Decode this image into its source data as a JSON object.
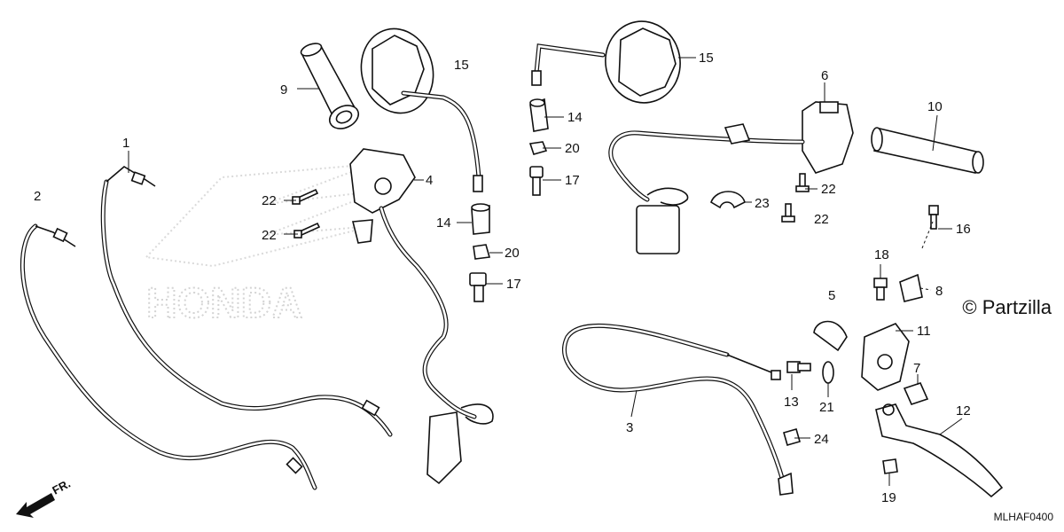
{
  "diagram": {
    "callouts": [
      {
        "id": "c1",
        "label": "1"
      },
      {
        "id": "c2",
        "label": "2"
      },
      {
        "id": "c3",
        "label": "3"
      },
      {
        "id": "c4",
        "label": "4"
      },
      {
        "id": "c5",
        "label": "5"
      },
      {
        "id": "c6",
        "label": "6"
      },
      {
        "id": "c7",
        "label": "7"
      },
      {
        "id": "c8",
        "label": "8"
      },
      {
        "id": "c9",
        "label": "9"
      },
      {
        "id": "c10",
        "label": "10"
      },
      {
        "id": "c11",
        "label": "11"
      },
      {
        "id": "c12",
        "label": "12"
      },
      {
        "id": "c13",
        "label": "13"
      },
      {
        "id": "c14a",
        "label": "14"
      },
      {
        "id": "c14b",
        "label": "14"
      },
      {
        "id": "c15a",
        "label": "15"
      },
      {
        "id": "c15b",
        "label": "15"
      },
      {
        "id": "c16",
        "label": "16"
      },
      {
        "id": "c17a",
        "label": "17"
      },
      {
        "id": "c17b",
        "label": "17"
      },
      {
        "id": "c18",
        "label": "18"
      },
      {
        "id": "c19",
        "label": "19"
      },
      {
        "id": "c20a",
        "label": "20"
      },
      {
        "id": "c20b",
        "label": "20"
      },
      {
        "id": "c21",
        "label": "21"
      },
      {
        "id": "c22a",
        "label": "22"
      },
      {
        "id": "c22b",
        "label": "22"
      },
      {
        "id": "c22c",
        "label": "22"
      },
      {
        "id": "c22d",
        "label": "22"
      },
      {
        "id": "c23",
        "label": "23"
      },
      {
        "id": "c24",
        "label": "24"
      }
    ],
    "watermark_logo_text": "HONDA",
    "copyright": "© Partzilla",
    "front_arrow": "FR.",
    "diagram_code": "MLHAF0400"
  }
}
